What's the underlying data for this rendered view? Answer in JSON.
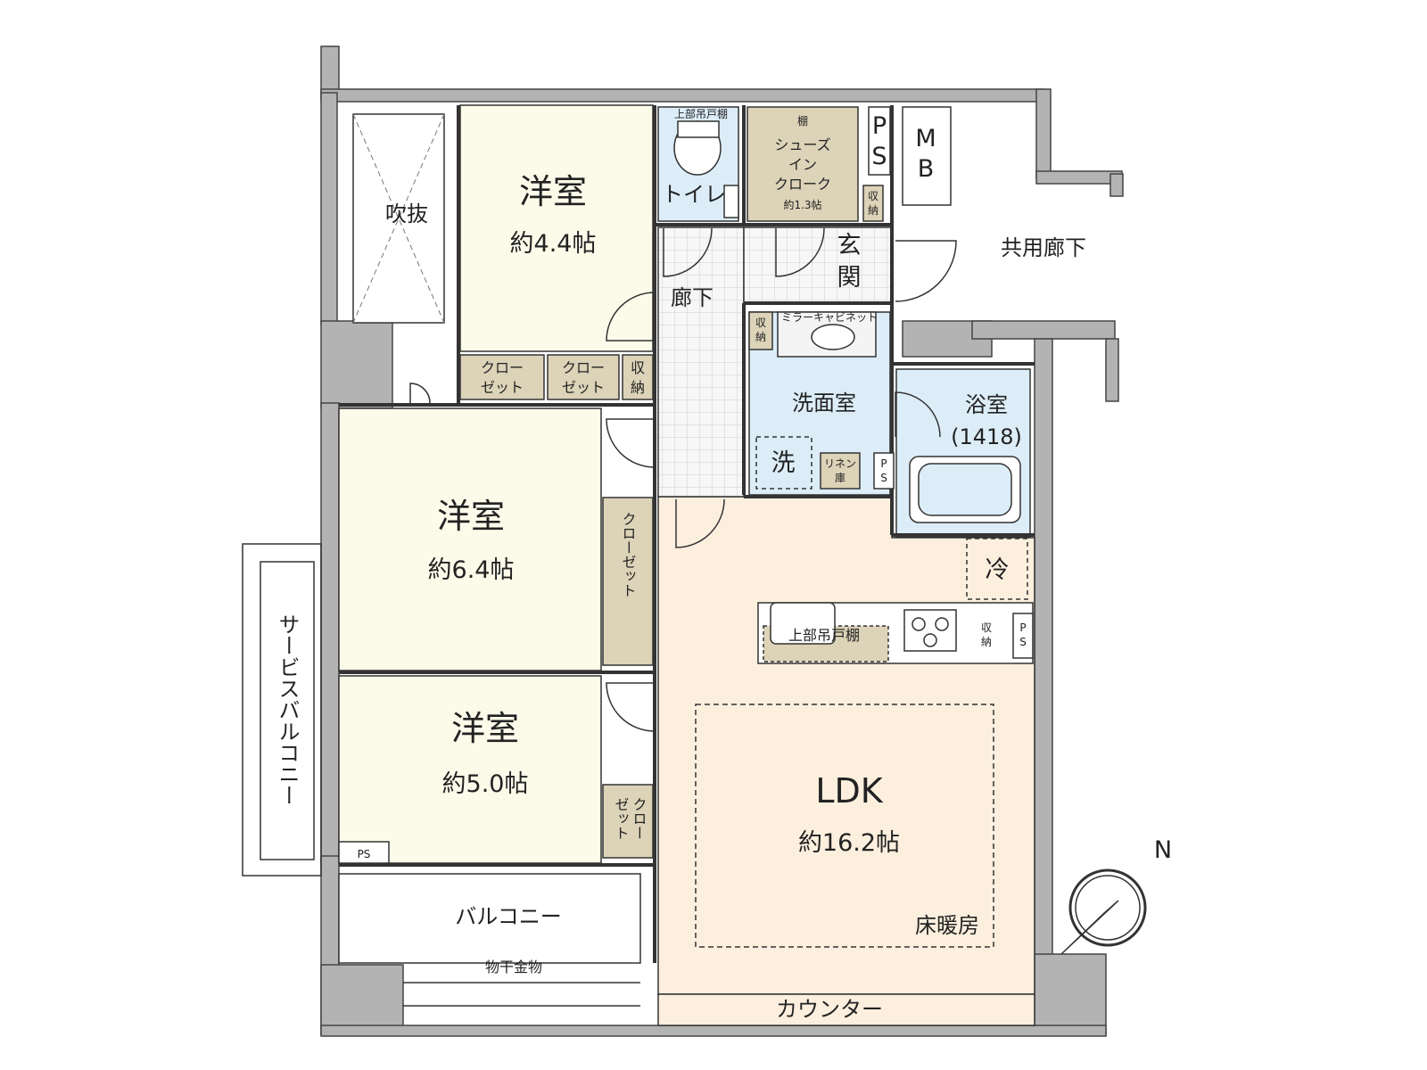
{
  "rooms": {
    "western_1": {
      "name": "洋室",
      "size": "約4.4帖"
    },
    "western_2": {
      "name": "洋室",
      "size": "約6.4帖"
    },
    "western_3": {
      "name": "洋室",
      "size": "約5.0帖"
    },
    "ldk": {
      "name": "LDK",
      "size": "約16.2帖",
      "note": "床暖房"
    },
    "toilet": "トイレ",
    "toilet_shelf": "上部吊戸棚",
    "shoes_closet": {
      "line1": "シューズ",
      "line2": "イン",
      "line3": "クローク",
      "size": "約1.3帖",
      "shelf": "棚"
    },
    "entrance": {
      "line1": "玄",
      "line2": "関"
    },
    "corridor": "廊下",
    "common_corridor": "共用廊下",
    "washroom": "洗面室",
    "mirror_cabinet": "ミラーキャビネット",
    "bathroom": {
      "name": "浴室",
      "size": "(1418)"
    },
    "laundry": "洗",
    "linen": {
      "line1": "リネン",
      "line2": "庫"
    },
    "fridge": "冷",
    "kitchen_shelf": "上部吊戸棚",
    "counter": "カウンター",
    "atrium": "吹抜",
    "balcony": "バルコニー",
    "service_balcony": "サービスバルコニー",
    "drying_hardware": "物干金物"
  },
  "storage": {
    "closet": {
      "line1": "クロー",
      "line2": "ゼット"
    },
    "closet_vertical": "クローゼット",
    "closet_small": {
      "line1": "クロー",
      "line2": "ゼット"
    },
    "shuno": {
      "line1": "収",
      "line2": "納"
    }
  },
  "shafts": {
    "ps": "PS",
    "ps_v1": "P",
    "ps_v2": "S",
    "mb1": "M",
    "mb2": "B"
  },
  "compass": {
    "label": "N"
  },
  "colors": {
    "wall": "#b3b3b3",
    "bedroom": "#fcfbea",
    "ldk": "#fcefde",
    "wet": "#dcedf8",
    "storage": "#dcd3b8",
    "corridor": "#f4f4f4",
    "line": "#333333"
  }
}
